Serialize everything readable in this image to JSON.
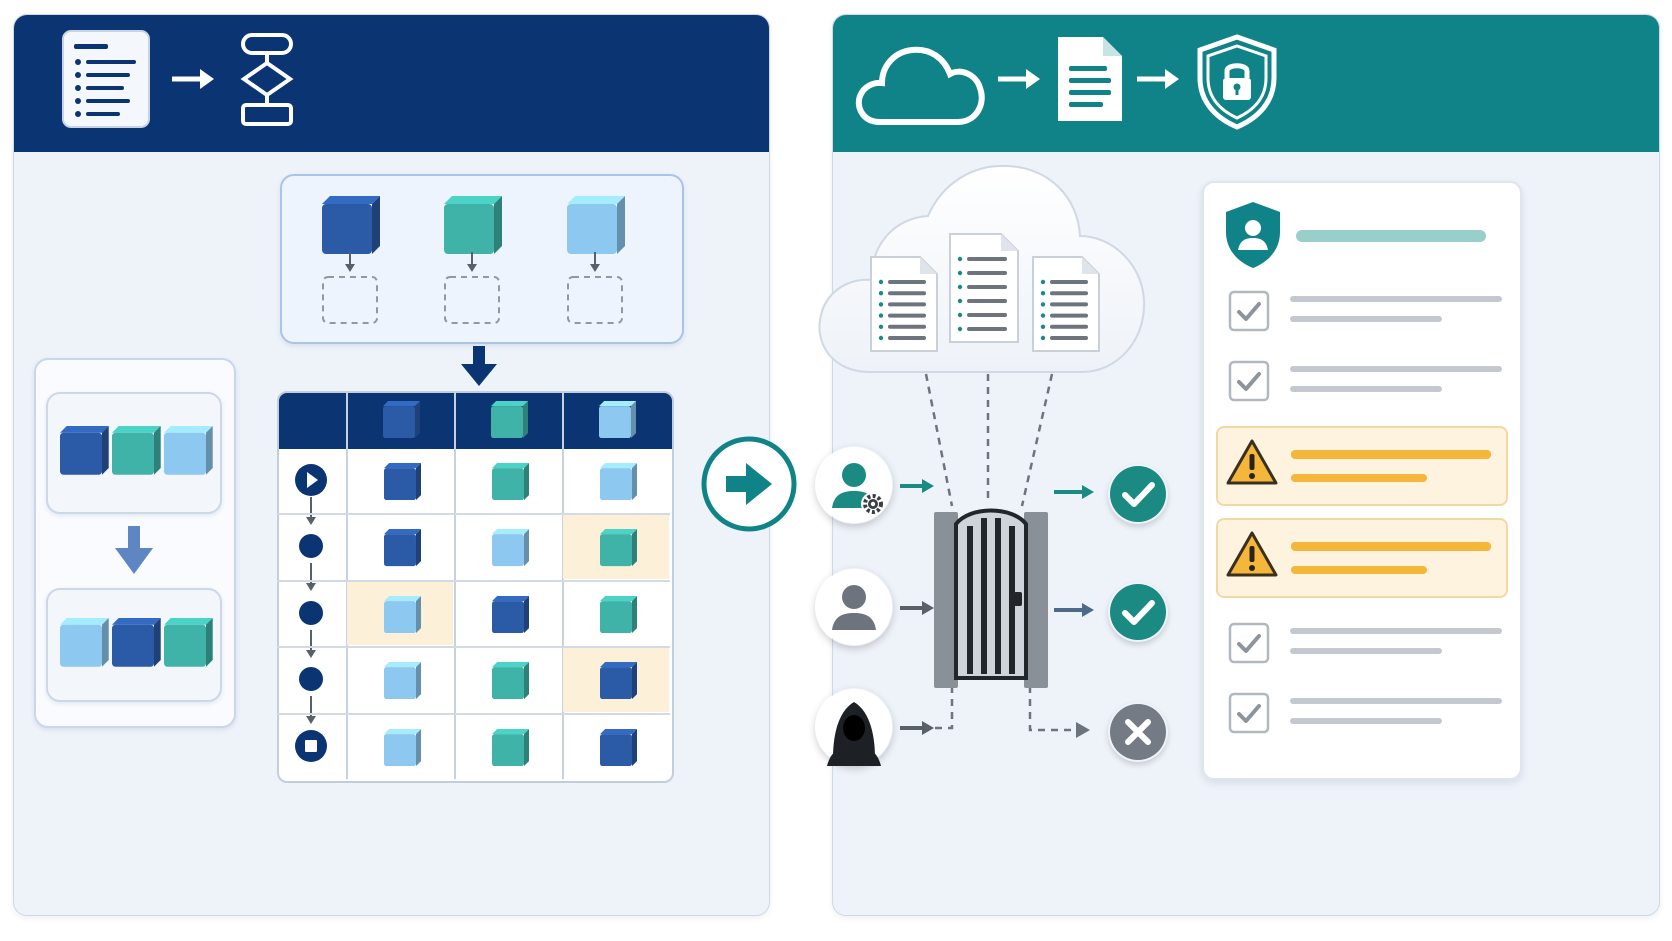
{
  "colors": {
    "navy": "#0b3572",
    "teal": "#0f8387",
    "cube_navy": "#2b5aa6",
    "cube_teal": "#3fb3a8",
    "cube_light": "#8cc8ef",
    "highlight": "#fcf1d8",
    "warning": "#f4b73b",
    "check_green": "#1a8a83",
    "reject_gray": "#747b84"
  },
  "left_panel": {
    "header_icons": [
      "document-list-icon",
      "arrow-right-icon",
      "flowchart-icon"
    ],
    "cube_row_before": [
      "navy",
      "teal",
      "light"
    ],
    "cube_row_after": [
      "light",
      "navy",
      "teal"
    ],
    "slot_cubes": [
      "navy",
      "teal",
      "light"
    ],
    "grid": {
      "header": [
        "navy",
        "teal",
        "light"
      ],
      "steps": [
        "play",
        "dot",
        "dot",
        "dot",
        "stop"
      ],
      "rows": [
        [
          "navy",
          "teal",
          "light"
        ],
        [
          "navy",
          "light",
          "teal"
        ],
        [
          "light",
          "navy",
          "teal"
        ],
        [
          "light",
          "teal",
          "navy"
        ],
        [
          "light",
          "teal",
          "navy"
        ]
      ],
      "highlighted": [
        [
          1,
          2
        ],
        [
          2,
          0
        ],
        [
          3,
          2
        ]
      ]
    }
  },
  "right_panel": {
    "header_icons": [
      "cloud-icon",
      "arrow-right-icon",
      "document-icon",
      "arrow-right-icon",
      "shield-lock-icon"
    ],
    "users": [
      "admin-user-icon",
      "user-icon",
      "hooded-attacker-icon"
    ],
    "outcomes": [
      "check-icon",
      "check-icon",
      "reject-icon"
    ],
    "checklist": [
      "check",
      "check",
      "warning",
      "warning",
      "check",
      "check"
    ]
  }
}
